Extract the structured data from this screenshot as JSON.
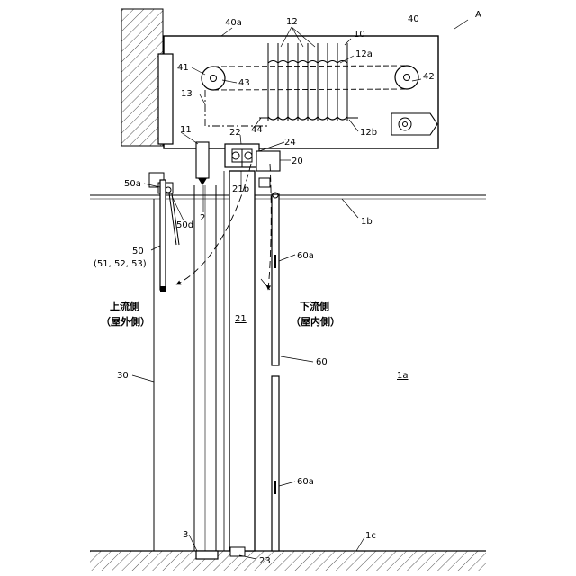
{
  "figure": {
    "labels": {
      "A": "A",
      "n40": "40",
      "n40a": "40a",
      "n12": "12",
      "n10": "10",
      "n12a": "12a",
      "n41": "41",
      "n43": "43",
      "n42": "42",
      "n13": "13",
      "n11": "11",
      "n44": "44",
      "n12b": "12b",
      "n22": "22",
      "n24": "24",
      "n20": "20",
      "n21b": "21b",
      "n50a": "50a",
      "n2": "2",
      "n50d": "50d",
      "n1b": "1b",
      "n50": "50",
      "n50sub": "(51, 52, 53)",
      "n60a_top": "60a",
      "n21": "21",
      "n60": "60",
      "n30": "30",
      "n1a": "1a",
      "n60a_bottom": "60a",
      "n3": "3",
      "n1c": "1c",
      "n23": "23"
    },
    "sides": {
      "upstream_title": "上流側",
      "upstream_sub": "（屋外側）",
      "downstream_title": "下流側",
      "downstream_sub": "（屋内側）"
    }
  }
}
